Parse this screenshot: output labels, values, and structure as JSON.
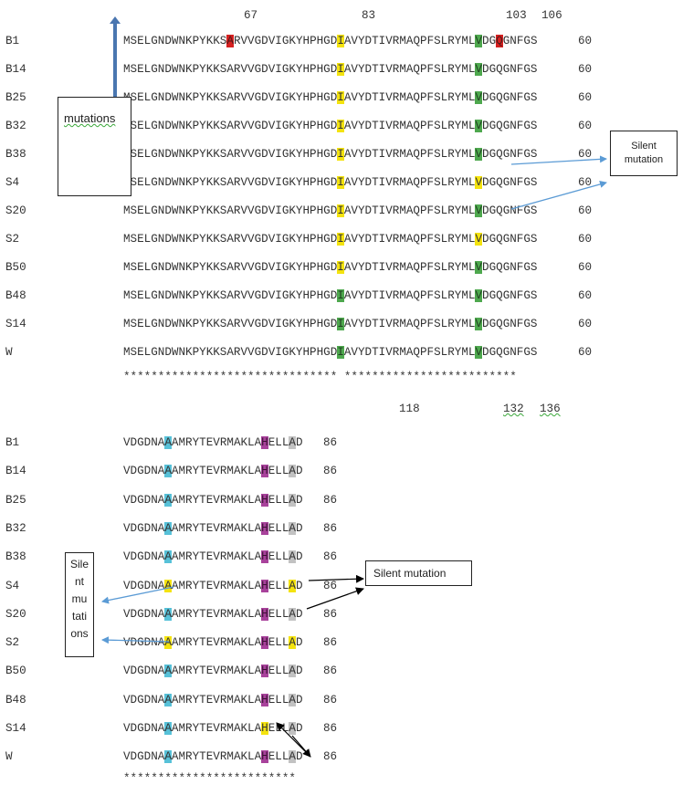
{
  "top_positions": [
    "67",
    "83",
    "103",
    "106"
  ],
  "bottom_positions": [
    "118",
    "132",
    "136"
  ],
  "top_rows": [
    {
      "label": "B1",
      "seq": [
        [
          "MSELGNDWNKPYKKS",
          ""
        ],
        [
          "A",
          "red"
        ],
        [
          "RVVGDVIGKYHPHGD",
          ""
        ],
        [
          "I",
          "yellow"
        ],
        [
          "AVYDTIVRMAQPFSLRYML",
          ""
        ],
        [
          "V",
          "green"
        ],
        [
          "DG",
          ""
        ],
        [
          "Q",
          "red"
        ],
        [
          "GNFGS",
          ""
        ]
      ],
      "count": "60"
    },
    {
      "label": "B14",
      "seq": [
        [
          "MSELGNDWNKPYKKSARVVGDVIGKYHPHGD",
          ""
        ],
        [
          "I",
          "yellow"
        ],
        [
          "AVYDTIVRMAQPFSLRYML",
          ""
        ],
        [
          "V",
          "green"
        ],
        [
          "DGQGNFGS",
          ""
        ]
      ],
      "count": "60"
    },
    {
      "label": "B25",
      "seq": [
        [
          "MSELGNDWNKPYKKSARVVGDVIGKYHPHGD",
          ""
        ],
        [
          "I",
          "yellow"
        ],
        [
          "AVYDTIVRMAQPFSLRYML",
          ""
        ],
        [
          "V",
          "green"
        ],
        [
          "DGQGNFGS",
          ""
        ]
      ],
      "count": "60"
    },
    {
      "label": "B32",
      "seq": [
        [
          "MSELGNDWNKPYKKSARVVGDVIGKYHPHGD",
          ""
        ],
        [
          "I",
          "yellow"
        ],
        [
          "AVYDTIVRMAQPFSLRYML",
          ""
        ],
        [
          "V",
          "green"
        ],
        [
          "DGQGNFGS",
          ""
        ]
      ],
      "count": "60"
    },
    {
      "label": "B38",
      "seq": [
        [
          "MSELGNDWNKPYKKSARVVGDVIGKYHPHGD",
          ""
        ],
        [
          "I",
          "yellow"
        ],
        [
          "AVYDTIVRMAQPFSLRYML",
          ""
        ],
        [
          "V",
          "green"
        ],
        [
          "DGQGNFGS",
          ""
        ]
      ],
      "count": "60"
    },
    {
      "label": "S4",
      "seq": [
        [
          "MSELGNDWNKPYKKSARVVGDVIGKYHPHGD",
          ""
        ],
        [
          "I",
          "yellow"
        ],
        [
          "AVYDTIVRMAQPFSLRYML",
          ""
        ],
        [
          "V",
          "yellow"
        ],
        [
          "DGQGNFGS",
          ""
        ]
      ],
      "count": "60"
    },
    {
      "label": "S20",
      "seq": [
        [
          "MSELGNDWNKPYKKSARVVGDVIGKYHPHGD",
          ""
        ],
        [
          "I",
          "yellow"
        ],
        [
          "AVYDTIVRMAQPFSLRYML",
          ""
        ],
        [
          "V",
          "green"
        ],
        [
          "DGQGNFGS",
          ""
        ]
      ],
      "count": "60"
    },
    {
      "label": "S2",
      "seq": [
        [
          "MSELGNDWNKPYKKSARVVGDVIGKYHPHGD",
          ""
        ],
        [
          "I",
          "yellow"
        ],
        [
          "AVYDTIVRMAQPFSLRYML",
          ""
        ],
        [
          "V",
          "yellow"
        ],
        [
          "DGQGNFGS",
          ""
        ]
      ],
      "count": "60"
    },
    {
      "label": "B50",
      "seq": [
        [
          "MSELGNDWNKPYKKSARVVGDVIGKYHPHGD",
          ""
        ],
        [
          "I",
          "yellow"
        ],
        [
          "AVYDTIVRMAQPFSLRYML",
          ""
        ],
        [
          "V",
          "green"
        ],
        [
          "DGQGNFGS",
          ""
        ]
      ],
      "count": "60"
    },
    {
      "label": "B48",
      "seq": [
        [
          "MSELGNDWNKPYKKSARVVGDVIGKYHPHGD",
          ""
        ],
        [
          "I",
          "green"
        ],
        [
          "AVYDTIVRMAQPFSLRYML",
          ""
        ],
        [
          "V",
          "green"
        ],
        [
          "DGQGNFGS",
          ""
        ]
      ],
      "count": "60"
    },
    {
      "label": "S14",
      "seq": [
        [
          "MSELGNDWNKPYKKSARVVGDVIGKYHPHGD",
          ""
        ],
        [
          "I",
          "green"
        ],
        [
          "AVYDTIVRMAQPFSLRYML",
          ""
        ],
        [
          "V",
          "green"
        ],
        [
          "DGQGNFGS",
          ""
        ]
      ],
      "count": "60"
    },
    {
      "label": "W",
      "seq": [
        [
          "MSELGNDWNKPYKKSARVVGDVIGKYHPHGD",
          ""
        ],
        [
          "I",
          "green"
        ],
        [
          "AVYDTIVRMAQPFSLRYML",
          ""
        ],
        [
          "V",
          "green"
        ],
        [
          "DGQGNFGS",
          ""
        ]
      ],
      "count": "60"
    }
  ],
  "top_consensus": "******************************* *************************",
  "bottom_rows": [
    {
      "label": "B1",
      "seq": [
        [
          "VDGDNA",
          ""
        ],
        [
          "A",
          "cyan"
        ],
        [
          "AMRYTEVRMAKLA",
          ""
        ],
        [
          "H",
          "purple"
        ],
        [
          "ELL",
          ""
        ],
        [
          "A",
          "gray"
        ],
        [
          "D",
          ""
        ]
      ],
      "count": "86"
    },
    {
      "label": "B14",
      "seq": [
        [
          "VDGDNA",
          ""
        ],
        [
          "A",
          "cyan"
        ],
        [
          "AMRYTEVRMAKLA",
          ""
        ],
        [
          "H",
          "purple"
        ],
        [
          "ELL",
          ""
        ],
        [
          "A",
          "gray"
        ],
        [
          "D",
          ""
        ]
      ],
      "count": "86"
    },
    {
      "label": "B25",
      "seq": [
        [
          "VDGDNA",
          ""
        ],
        [
          "A",
          "cyan"
        ],
        [
          "AMRYTEVRMAKLA",
          ""
        ],
        [
          "H",
          "purple"
        ],
        [
          "ELL",
          ""
        ],
        [
          "A",
          "gray"
        ],
        [
          "D",
          ""
        ]
      ],
      "count": "86"
    },
    {
      "label": "B32",
      "seq": [
        [
          "VDGDNA",
          ""
        ],
        [
          "A",
          "cyan"
        ],
        [
          "AMRYTEVRMAKLA",
          ""
        ],
        [
          "H",
          "purple"
        ],
        [
          "ELL",
          ""
        ],
        [
          "A",
          "gray"
        ],
        [
          "D",
          ""
        ]
      ],
      "count": "86"
    },
    {
      "label": "B38",
      "seq": [
        [
          "VDGDNA",
          ""
        ],
        [
          "A",
          "cyan"
        ],
        [
          "AMRYTEVRMAKLA",
          ""
        ],
        [
          "H",
          "purple"
        ],
        [
          "ELL",
          ""
        ],
        [
          "A",
          "gray"
        ],
        [
          "D",
          ""
        ]
      ],
      "count": "86"
    },
    {
      "label": "S4",
      "seq": [
        [
          "VDGDNA",
          ""
        ],
        [
          "A",
          "yellow"
        ],
        [
          "AMRYTEVRMAKLA",
          ""
        ],
        [
          "H",
          "purple"
        ],
        [
          "ELL",
          ""
        ],
        [
          "A",
          "yellow"
        ],
        [
          "D",
          ""
        ]
      ],
      "count": "86"
    },
    {
      "label": "S20",
      "seq": [
        [
          "VDGDNA",
          ""
        ],
        [
          "A",
          "cyan"
        ],
        [
          "AMRYTEVRMAKLA",
          ""
        ],
        [
          "H",
          "purple"
        ],
        [
          "ELL",
          ""
        ],
        [
          "A",
          "gray"
        ],
        [
          "D",
          ""
        ]
      ],
      "count": "86"
    },
    {
      "label": "S2",
      "seq": [
        [
          "VDGDNA",
          ""
        ],
        [
          "A",
          "yellow"
        ],
        [
          "AMRYTEVRMAKLA",
          ""
        ],
        [
          "H",
          "purple"
        ],
        [
          "ELL",
          ""
        ],
        [
          "A",
          "yellow"
        ],
        [
          "D",
          ""
        ]
      ],
      "count": "86"
    },
    {
      "label": "B50",
      "seq": [
        [
          "VDGDNA",
          ""
        ],
        [
          "A",
          "cyan"
        ],
        [
          "AMRYTEVRMAKLA",
          ""
        ],
        [
          "H",
          "purple"
        ],
        [
          "ELL",
          ""
        ],
        [
          "A",
          "gray"
        ],
        [
          "D",
          ""
        ]
      ],
      "count": "86"
    },
    {
      "label": "B48",
      "seq": [
        [
          "VDGDNA",
          ""
        ],
        [
          "A",
          "cyan"
        ],
        [
          "AMRYTEVRMAKLA",
          ""
        ],
        [
          "H",
          "purple"
        ],
        [
          "ELL",
          ""
        ],
        [
          "A",
          "gray"
        ],
        [
          "D",
          ""
        ]
      ],
      "count": "86"
    },
    {
      "label": "S14",
      "seq": [
        [
          "VDGDNA",
          ""
        ],
        [
          "A",
          "cyan"
        ],
        [
          "AMRYTEVRMAKLA",
          ""
        ],
        [
          "H",
          "yellow"
        ],
        [
          "ELL",
          ""
        ],
        [
          "A",
          "gray"
        ],
        [
          "D",
          ""
        ]
      ],
      "count": "86"
    },
    {
      "label": "W",
      "seq": [
        [
          "VDGDNA",
          ""
        ],
        [
          "A",
          "cyan"
        ],
        [
          "AMRYTEVRMAKLA",
          ""
        ],
        [
          "H",
          "purple"
        ],
        [
          "ELL",
          ""
        ],
        [
          "A",
          "gray"
        ],
        [
          "D",
          ""
        ]
      ],
      "count": "86"
    }
  ],
  "bottom_consensus": "*************************",
  "annotations": {
    "mutations": "mutations",
    "silent_mutation_top": "Silent mutation",
    "silent_mutation_mid": "Silent mutation",
    "silent_mutations_left": [
      "Sile",
      "nt",
      "mu",
      "tati",
      "ons"
    ]
  },
  "colors": {
    "red": "#d62020",
    "yellow": "#f4e30f",
    "green": "#4ea84e",
    "cyan": "#57c1d8",
    "purple": "#a8429b",
    "gray": "#c2c2c2",
    "arrow_blue": "#5b9bd5",
    "arrow_dark": "#000000",
    "vertical_bar": "#4a76b0"
  }
}
